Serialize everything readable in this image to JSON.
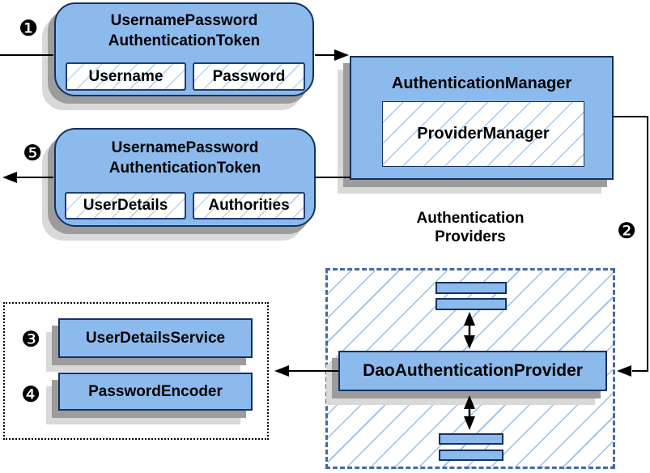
{
  "badges": {
    "step1": "❶",
    "step2": "❷",
    "step3": "❸",
    "step4": "❹",
    "step5": "❺"
  },
  "token_request": {
    "title_line1": "UsernamePassword",
    "title_line2": "AuthenticationToken",
    "fields": [
      "Username",
      "Password"
    ]
  },
  "token_response": {
    "title_line1": "UsernamePassword",
    "title_line2": "AuthenticationToken",
    "fields": [
      "UserDetails",
      "Authorities"
    ]
  },
  "authentication_manager": {
    "title": "AuthenticationManager",
    "provider_manager": "ProviderManager"
  },
  "providers": {
    "label_line1": "Authentication",
    "label_line2": "Providers",
    "dao_provider": "DaoAuthenticationProvider"
  },
  "services": {
    "user_details_service": "UserDetailsService",
    "password_encoder": "PasswordEncoder"
  },
  "colors": {
    "box_fill": "#8cbaec",
    "box_border": "#14315e",
    "hatch_line": "#93bfec",
    "dashed_border": "#44699f",
    "dotted_border": "#000000",
    "shadow_dark": "#9c9c9c",
    "shadow_light": "#d9d9d9",
    "arrow": "#000000"
  }
}
